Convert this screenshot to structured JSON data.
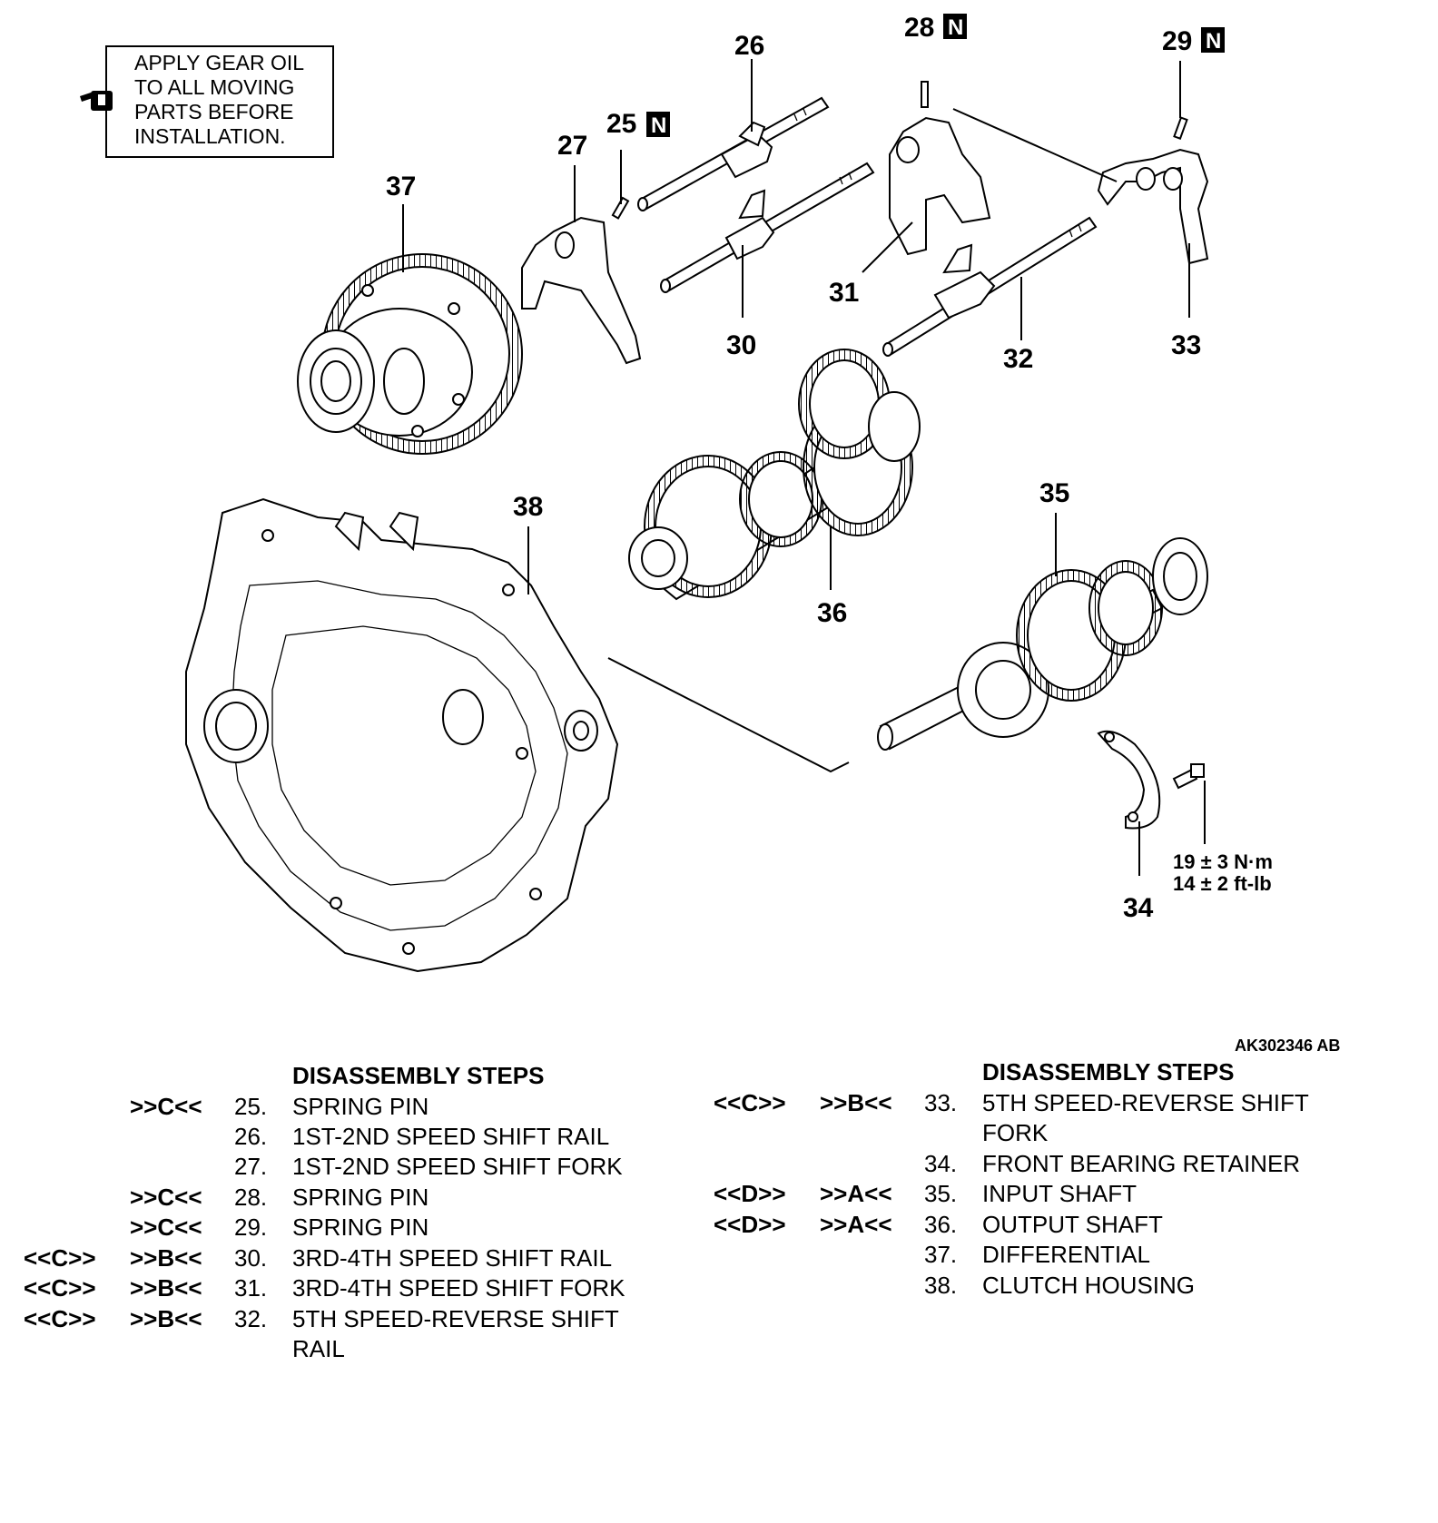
{
  "note": {
    "lines": [
      "APPLY GEAR OIL",
      "TO ALL MOVING",
      "PARTS BEFORE",
      "INSTALLATION."
    ]
  },
  "callouts": {
    "c25": "25",
    "c26": "26",
    "c27": "27",
    "c28": "28",
    "c29": "29",
    "c30": "30",
    "c31": "31",
    "c32": "32",
    "c33": "33",
    "c34": "34",
    "c35": "35",
    "c36": "36",
    "c37": "37",
    "c38": "38",
    "n_mark": "N"
  },
  "torque": {
    "metric": "19 ± 3 N·m",
    "imperial": "14 ± 2 ft-lb"
  },
  "reference_code": "AK302346 AB",
  "left_steps": {
    "heading": "DISASSEMBLY STEPS",
    "rows": [
      {
        "c1": "",
        "c2": ">>C<<",
        "num": "25.",
        "name": "SPRING PIN",
        "name2": ""
      },
      {
        "c1": "",
        "c2": "",
        "num": "26.",
        "name": "1ST-2ND SPEED SHIFT RAIL",
        "name2": ""
      },
      {
        "c1": "",
        "c2": "",
        "num": "27.",
        "name": "1ST-2ND SPEED SHIFT FORK",
        "name2": ""
      },
      {
        "c1": "",
        "c2": ">>C<<",
        "num": "28.",
        "name": "SPRING PIN",
        "name2": ""
      },
      {
        "c1": "",
        "c2": ">>C<<",
        "num": "29.",
        "name": "SPRING PIN",
        "name2": ""
      },
      {
        "c1": "<<C>>",
        "c2": ">>B<<",
        "num": "30.",
        "name": "3RD-4TH SPEED SHIFT RAIL",
        "name2": ""
      },
      {
        "c1": "<<C>>",
        "c2": ">>B<<",
        "num": "31.",
        "name": "3RD-4TH SPEED SHIFT FORK",
        "name2": ""
      },
      {
        "c1": "<<C>>",
        "c2": ">>B<<",
        "num": "32.",
        "name": "5TH SPEED-REVERSE SHIFT",
        "name2": "RAIL"
      }
    ]
  },
  "right_steps": {
    "heading": "DISASSEMBLY STEPS",
    "rows": [
      {
        "c1": "<<C>>",
        "c2": ">>B<<",
        "num": "33.",
        "name": "5TH SPEED-REVERSE SHIFT",
        "name2": "FORK"
      },
      {
        "c1": "",
        "c2": "",
        "num": "34.",
        "name": "FRONT BEARING RETAINER",
        "name2": ""
      },
      {
        "c1": "<<D>>",
        "c2": ">>A<<",
        "num": "35.",
        "name": "INPUT SHAFT",
        "name2": ""
      },
      {
        "c1": "<<D>>",
        "c2": ">>A<<",
        "num": "36.",
        "name": "OUTPUT SHAFT",
        "name2": ""
      },
      {
        "c1": "",
        "c2": "",
        "num": "37.",
        "name": "DIFFERENTIAL",
        "name2": ""
      },
      {
        "c1": "",
        "c2": "",
        "num": "38.",
        "name": "CLUTCH HOUSING",
        "name2": ""
      }
    ]
  }
}
